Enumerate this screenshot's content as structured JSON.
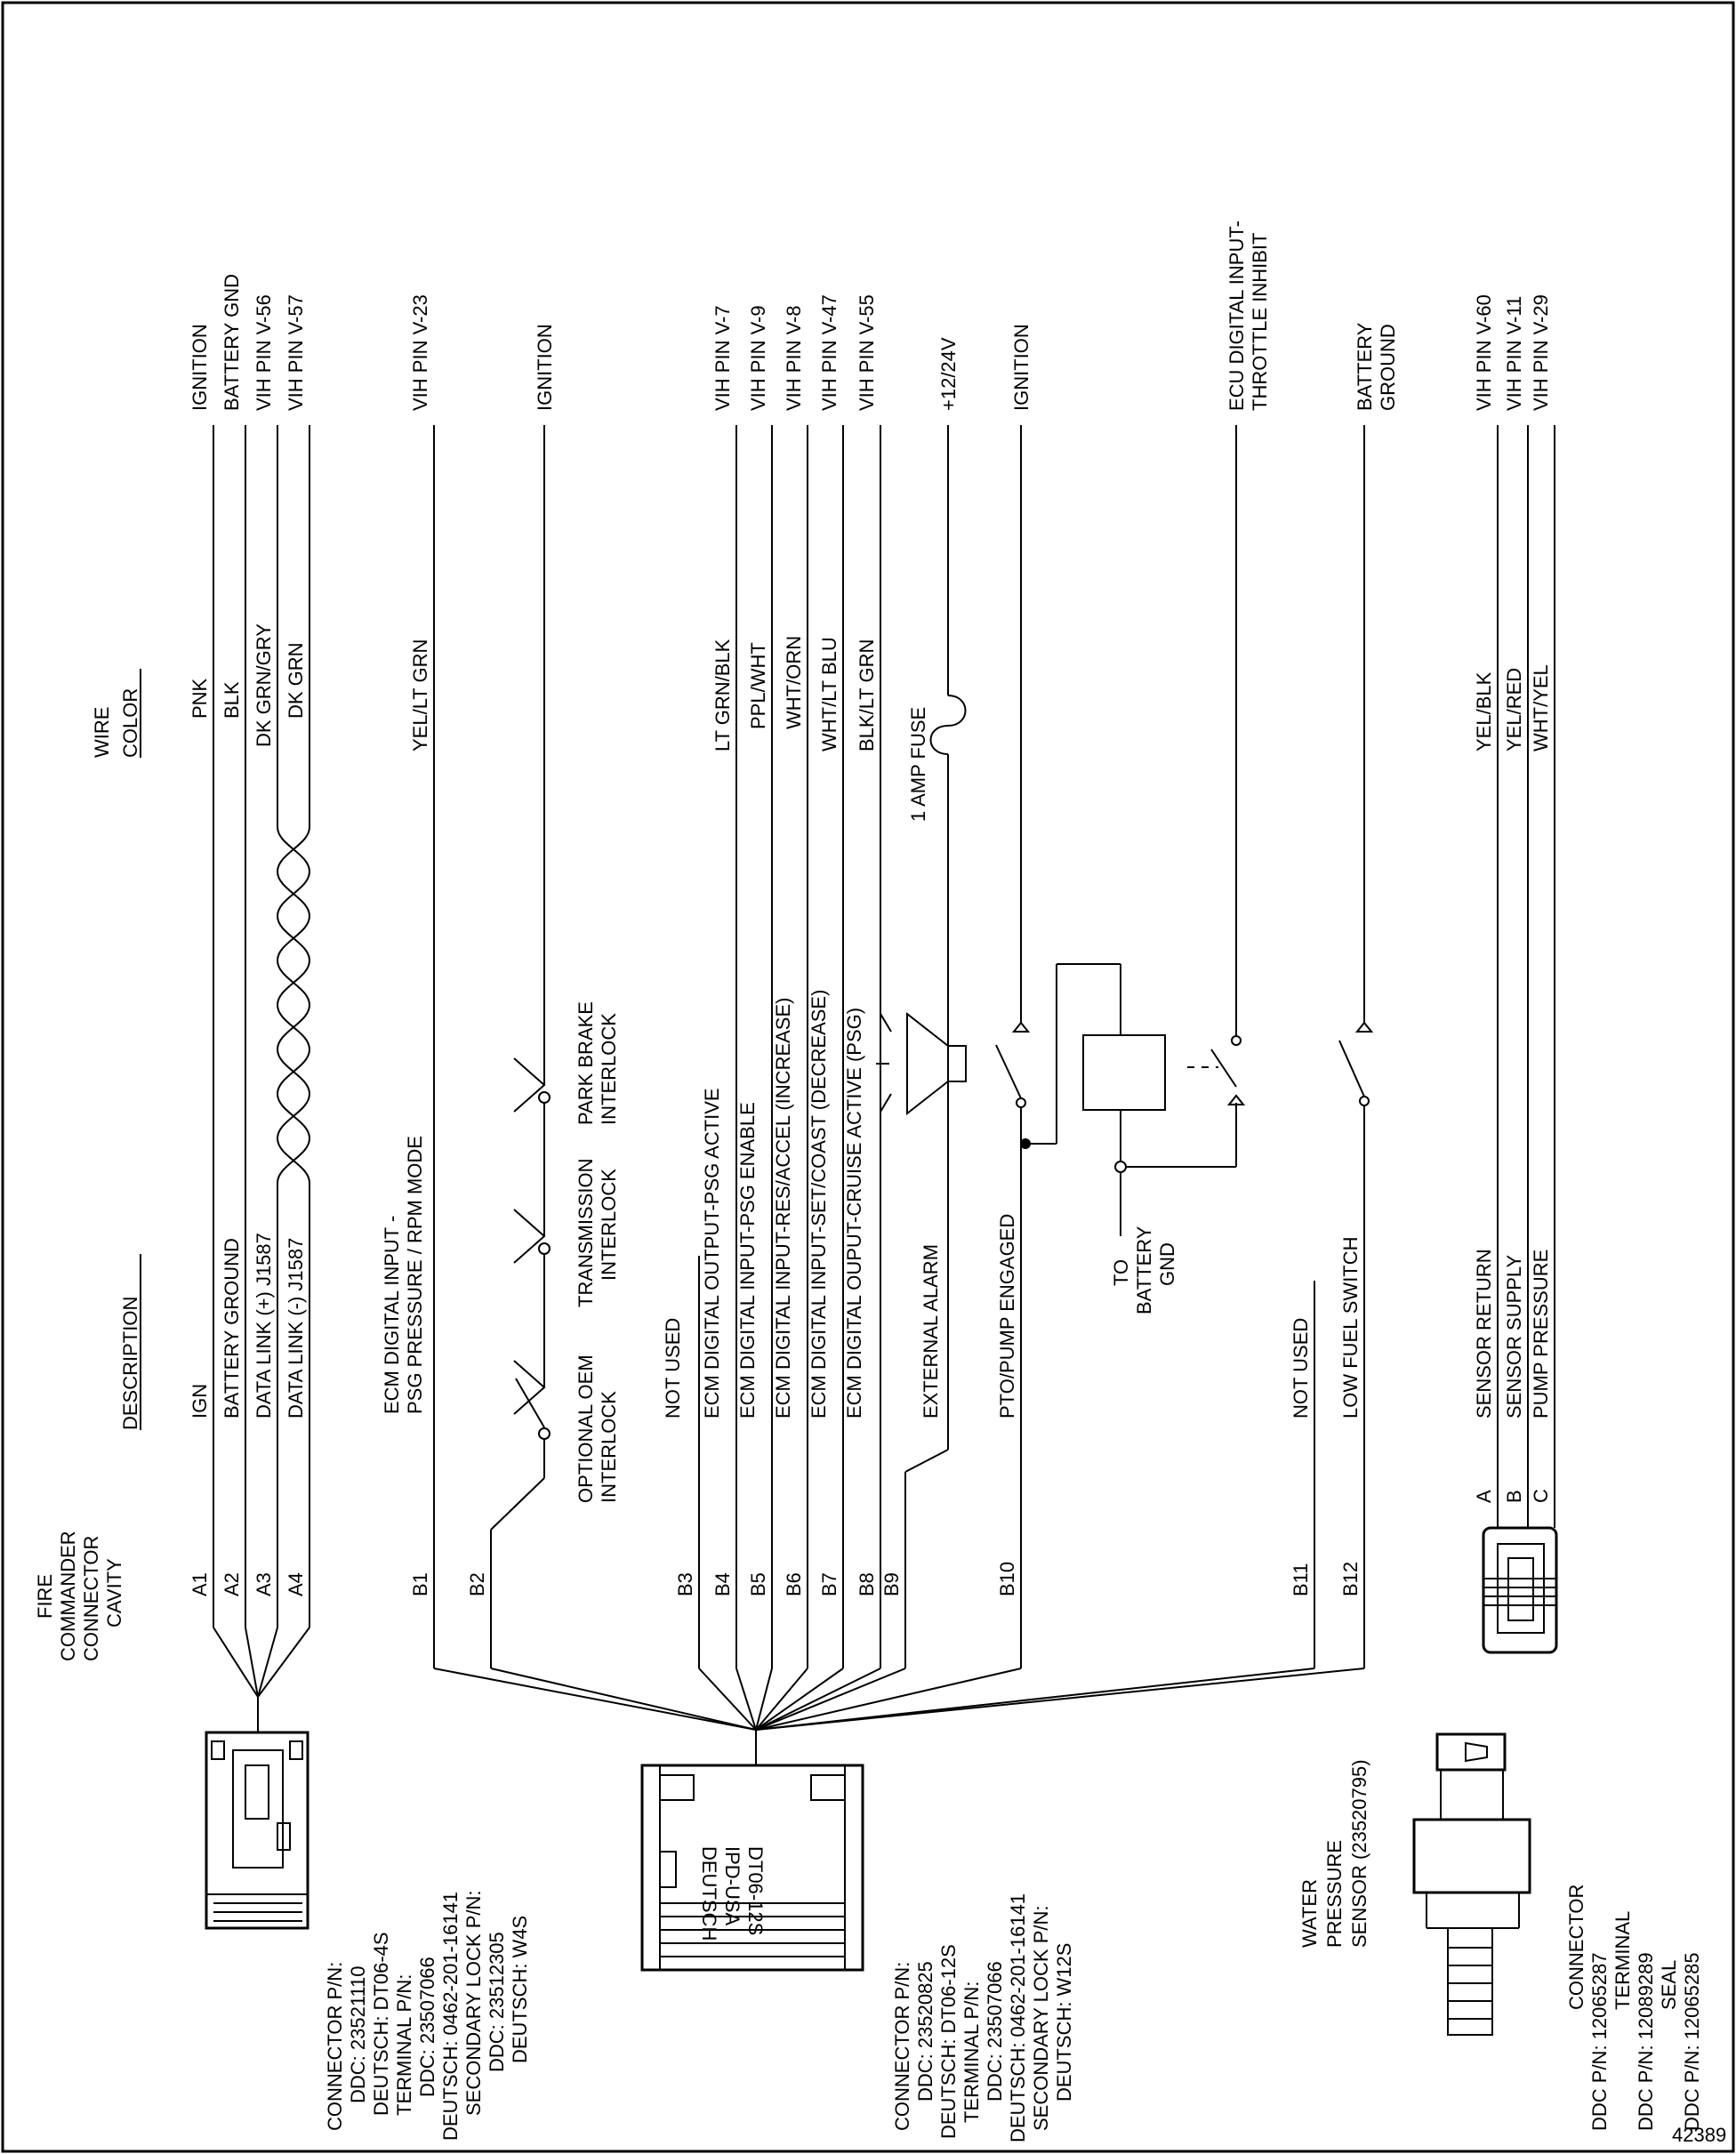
{
  "figure_number": "42389",
  "headers": {
    "cavity": [
      "FIRE",
      "COMMANDER",
      "CONNECTOR",
      "CAVITY"
    ],
    "description": "DESCRIPTION",
    "wire_color": [
      "WIRE",
      "COLOR"
    ]
  },
  "wires": [
    {
      "cavity": "A1",
      "description": "IGN",
      "color": "PNK",
      "destination": "IGNITION"
    },
    {
      "cavity": "A2",
      "description": "BATTERY GROUND",
      "color": "BLK",
      "destination": "BATTERY GND"
    },
    {
      "cavity": "A3",
      "description": "DATA LINK (+) J1587",
      "color": "DK GRN/GRY",
      "destination": "VIH PIN V-56"
    },
    {
      "cavity": "A4",
      "description": "DATA LINK (-) J1587",
      "color": "DK GRN",
      "destination": "VIH PIN V-57"
    },
    {
      "cavity": "B1",
      "description": [
        "ECM DIGITAL INPUT -",
        "PSG PRESSURE / RPM MODE"
      ],
      "color": "YEL/LT GRN",
      "destination": "VIH PIN V-23"
    },
    {
      "cavity": "B2",
      "description": "",
      "color": "",
      "destination": "IGNITION"
    },
    {
      "cavity": "B3",
      "description": "NOT USED",
      "color": "",
      "destination": ""
    },
    {
      "cavity": "B4",
      "description": "ECM DIGITAL OUTPUT-PSG ACTIVE",
      "color": "LT GRN/BLK",
      "destination": "VIH PIN V-7"
    },
    {
      "cavity": "B5",
      "description": "ECM DIGITAL INPUT-PSG ENABLE",
      "color": "PPL/WHT",
      "destination": "VIH PIN V-9"
    },
    {
      "cavity": "B6",
      "description": "ECM DIGITAL INPUT-RES/ACCEL (INCREASE)",
      "color": "WHT/ORN",
      "destination": "VIH PIN V-8"
    },
    {
      "cavity": "B7",
      "description": "ECM DIGITAL INPUT-SET/COAST (DECREASE)",
      "color": "WHT/LT BLU",
      "destination": "VIH PIN V-47"
    },
    {
      "cavity": "B8",
      "description": "ECM DIGITAL OUPUT-CRUISE ACTIVE (PSG)",
      "color": "BLK/LT GRN",
      "destination": "VIH PIN V-55"
    },
    {
      "cavity": "B9",
      "description": "EXTERNAL ALARM",
      "color": "",
      "destination": "+12/24V"
    },
    {
      "cavity": "B10",
      "description": "PTO/PUMP ENGAGED",
      "color": "",
      "destination": "IGNITION"
    },
    {
      "cavity": "B11",
      "description": "NOT USED",
      "color": "",
      "destination": ""
    },
    {
      "cavity": "B12",
      "description": "LOW FUEL SWITCH",
      "color": "",
      "destination": [
        "BATTERY",
        "GROUND"
      ]
    }
  ],
  "sensor_wires": [
    {
      "pin": "A",
      "description": "SENSOR RETURN",
      "color": "YEL/BLK",
      "destination": "VIH PIN V-60"
    },
    {
      "pin": "B",
      "description": "SENSOR SUPPLY",
      "color": "YEL/RED",
      "destination": "VIH PIN V-11"
    },
    {
      "pin": "C",
      "description": "PUMP PRESSURE",
      "color": "WHT/YEL",
      "destination": "VIH PIN V-29"
    }
  ],
  "interlocks": [
    [
      "OPTIONAL OEM",
      "INTERLOCK"
    ],
    [
      "TRANSMISSION",
      "INTERLOCK"
    ],
    [
      "PARK BRAKE",
      "INTERLOCK"
    ]
  ],
  "fuse_label": "1 AMP FUSE",
  "ecu_inhibit": [
    "ECU DIGITAL INPUT-",
    "THROTTLE INHIBIT"
  ],
  "to_battery_gnd": [
    "TO",
    "BATTERY",
    "GND"
  ],
  "connector_4s": [
    "CONNECTOR P/N:",
    "DDC: 23521110",
    "DEUTSCH: DT06-4S",
    "TERMINAL P/N:",
    "DDC: 23507066",
    "DEUTSCH: 0462-201-16141",
    "SECONDARY LOCK P/N:",
    "DDC: 23512305",
    "DEUTSCH: W4S"
  ],
  "connector_12s": [
    "CONNECTOR P/N:",
    "DDC: 23520825",
    "DEUTSCH: DT06-12S",
    "TERMINAL P/N:",
    "DDC: 23507066",
    "DEUTSCH: 0462-201-16141",
    "SECONDARY LOCK P/N:",
    "DEUTSCH: W12S"
  ],
  "connector_12s_face": [
    "DEUTSCH",
    "IPD-USA",
    "DT06-12S"
  ],
  "water_sensor": [
    "WATER",
    "PRESSURE",
    "SENSOR (23520795)"
  ],
  "sensor_connector": [
    "CONNECTOR",
    "DDC P/N: 12065287",
    "TERMINAL",
    "DDC P/N: 12089289",
    "SEAL",
    "DDC P/N: 12065285"
  ]
}
